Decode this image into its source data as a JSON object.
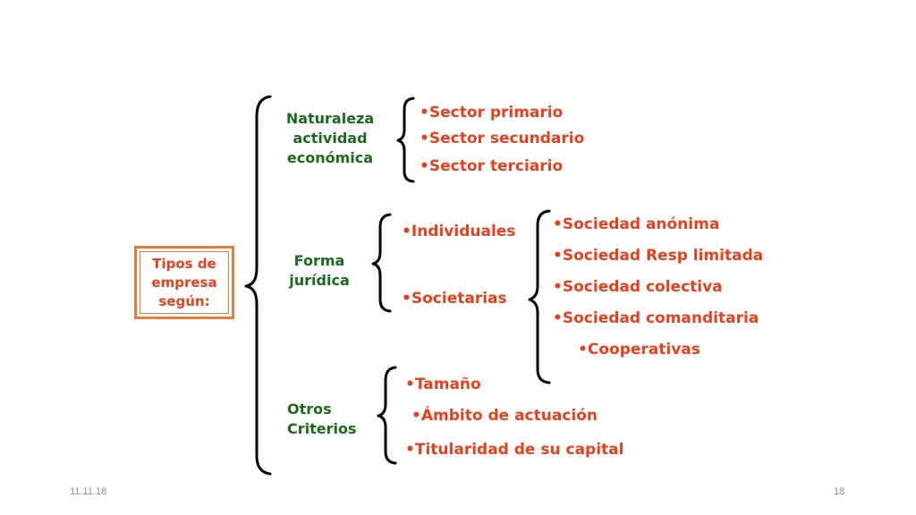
{
  "root": {
    "label": "Tipos de\nempresa\nsegún:"
  },
  "criteria": [
    {
      "label": "Naturaleza\nactividad\neconómica",
      "items": [
        "•Sector primario",
        "•Sector secundario",
        "•Sector terciario"
      ]
    },
    {
      "label": "Forma\njurídica",
      "items": [
        "•Individuales",
        "•Societarias"
      ],
      "societarias": [
        "•Sociedad anónima",
        "•Sociedad Resp limitada",
        "•Sociedad colectiva",
        "•Sociedad comanditaria",
        "•Cooperativas"
      ]
    },
    {
      "label": "Otros\nCriterios",
      "items": [
        "•Tamaño",
        "•Ámbito de actuación",
        "•Titularidad de su capital"
      ]
    }
  ],
  "footer": {
    "date": "11.11.18",
    "page": "18"
  },
  "colors": {
    "red_text": "#e8401c",
    "green_text": "#1a6b1a",
    "box_border": "#e87a3a"
  }
}
